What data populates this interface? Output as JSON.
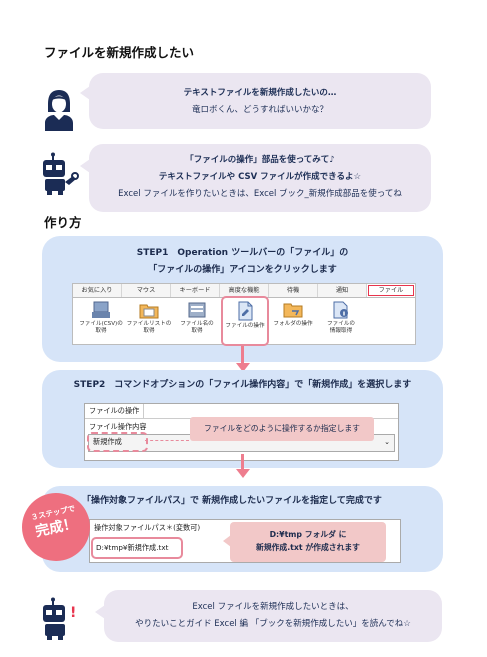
{
  "page_title": "ファイルを新規作成したい",
  "how_to_title": "作り方",
  "dialog1": {
    "line1": "テキストファイルを新規作成したいの…",
    "line2": "竜ロボくん、どうすればいいかな？"
  },
  "dialog2": {
    "line1": "「ファイルの操作」部品を使ってみて♪",
    "line2": "テキストファイルや CSV ファイルが作成できるよ☆",
    "line3": "Excel ファイルを作りたいときは、Excel ブック_新規作成部品を使ってね"
  },
  "step1": {
    "line1": "STEP1　Operation ツールバーの「ファイル」の",
    "line2": "「ファイルの操作」アイコンをクリックします",
    "tabs": [
      "お気に入り",
      "マウス",
      "キーボード",
      "高度な機能",
      "待機",
      "通知",
      "ファイル"
    ],
    "icons": [
      {
        "label1": "ファイル(CSV)の",
        "label2": "取得"
      },
      {
        "label1": "ファイルリストの",
        "label2": "取得"
      },
      {
        "label1": "ファイル名の",
        "label2": "取得"
      },
      {
        "label1": "ファイルの操作",
        "label2": ""
      },
      {
        "label1": "フォルダの操作",
        "label2": ""
      },
      {
        "label1": "ファイルの",
        "label2": "情報取得"
      }
    ]
  },
  "step2": {
    "title": "STEP2　コマンドオプションの「ファイル操作内容」で「新規作成」を選択します",
    "tab_label": "ファイルの操作",
    "field_label": "ファイル操作内容",
    "select_value": "新規作成",
    "callout": "ファイルをどのように操作するか指定します"
  },
  "step3": {
    "title": "「操作対象ファイルパス」で 新規作成したいファイルを指定して完成です",
    "field_label": "操作対象ファイルパス＊(変数可)",
    "path_value": "D:¥tmp¥新規作成.txt",
    "callout_line1": "D:¥tmp フォルダ に",
    "callout_line2": "新規作成.txt が作成されます",
    "badge_line1": "３ステップで",
    "badge_line2": "完成！"
  },
  "footer": {
    "line1": "Excel ファイルを新規作成したいときは、",
    "line2": "やりたいことガイド Excel 編 「ブックを新規作成したい」を読んでね☆"
  },
  "colors": {
    "panel": "#d6e4f8",
    "bubble": "#ebe6f1",
    "accent": "#e8344d",
    "navy": "#1c2e55"
  }
}
